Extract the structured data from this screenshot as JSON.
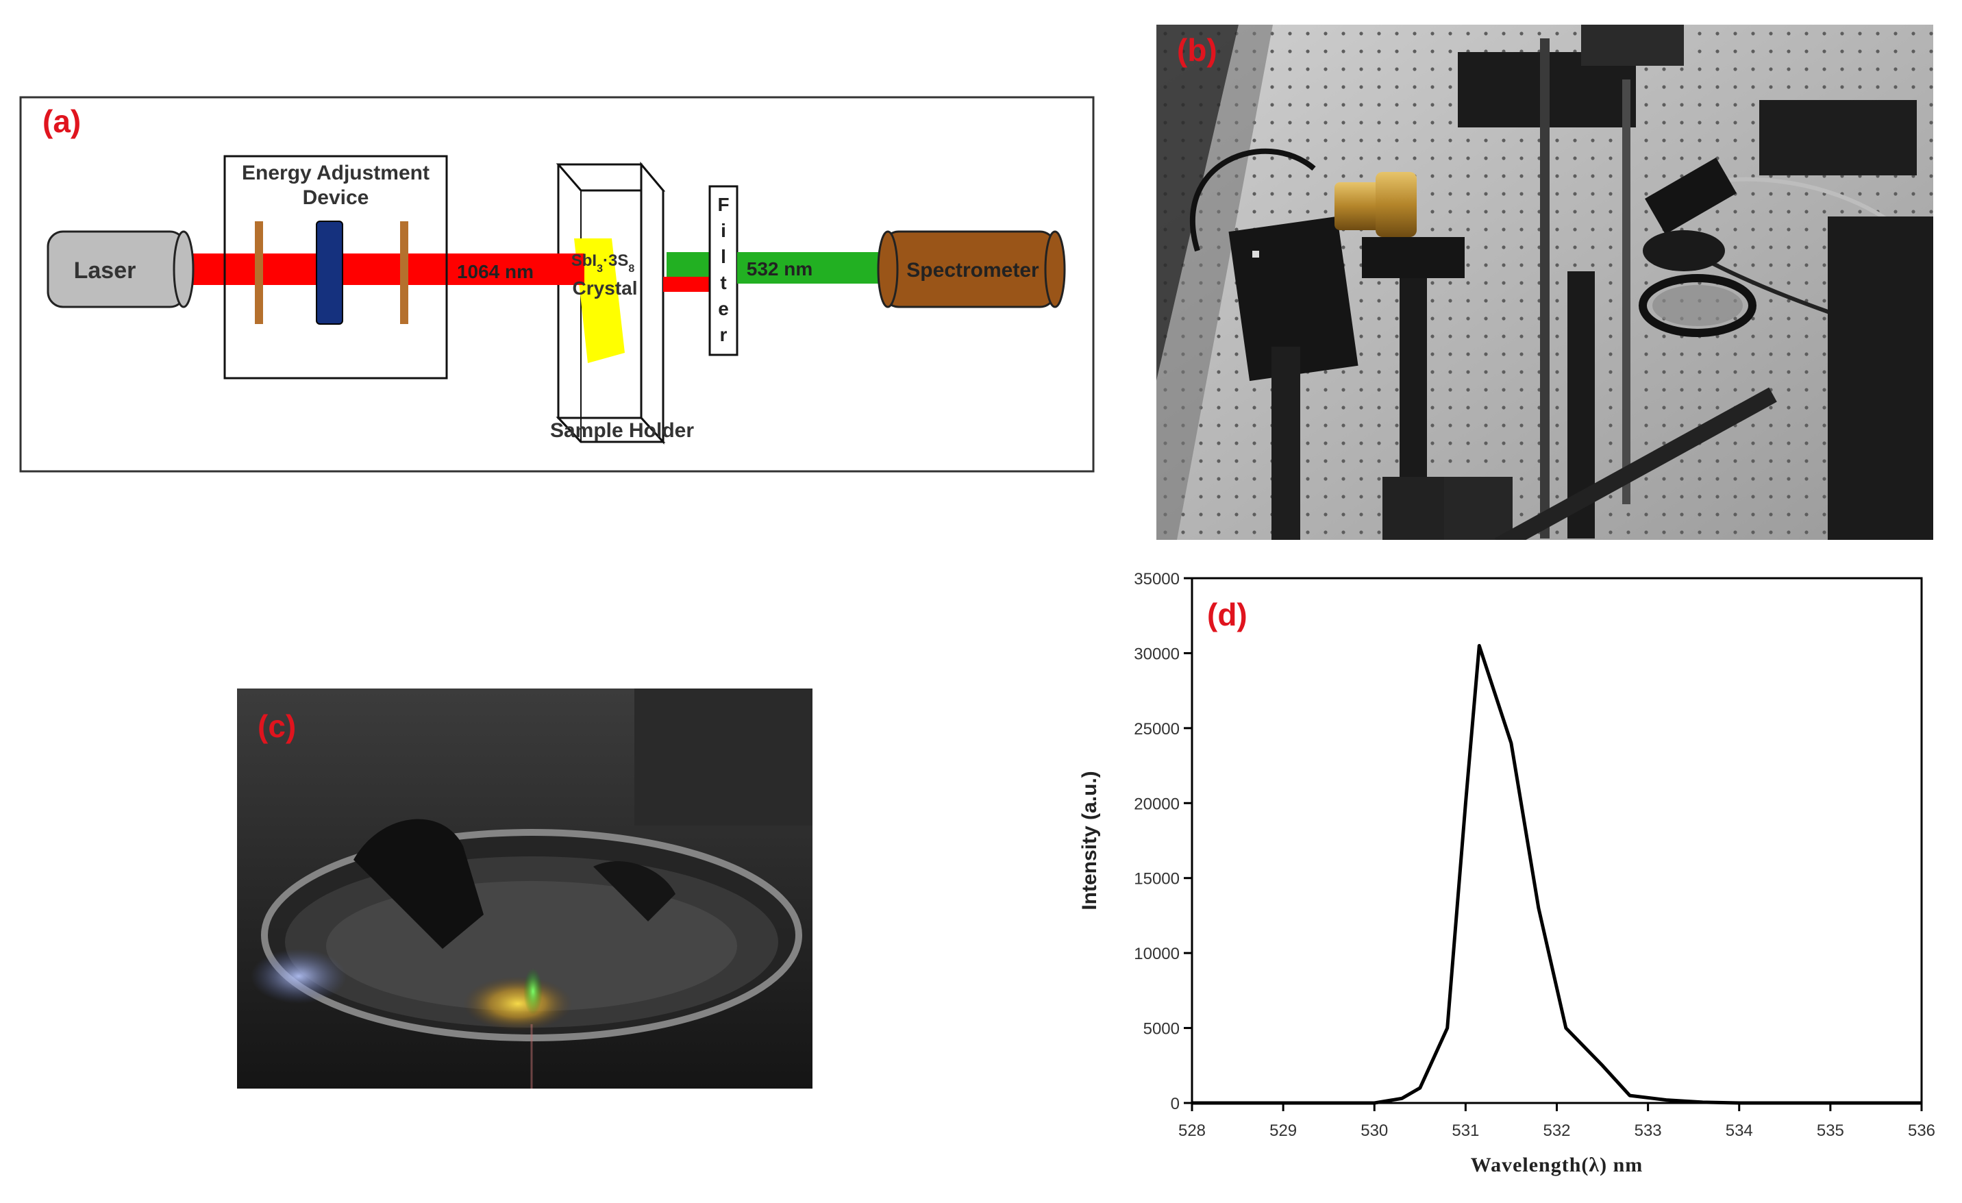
{
  "panels": {
    "a": {
      "label": "(a)",
      "laser": "Laser",
      "energy_device_line1": "Energy Adjustment",
      "energy_device_line2": "Device",
      "beam_ir": "1064 nm",
      "crystal_formula_main": "SbI",
      "crystal_formula_sub1": "3",
      "crystal_formula_mid": "·3S",
      "crystal_formula_sub2": "8",
      "crystal_word": "Crystal",
      "filter_letters": [
        "F",
        "i",
        "l",
        "t",
        "e",
        "r"
      ],
      "beam_green": "532 nm",
      "spectrometer": "Spectrometer",
      "sample_holder": "Sample Holder",
      "colors": {
        "ir_beam": "#ff0000",
        "green_beam": "#22b022",
        "crystal": "#ffff00",
        "spectrometer": "#9a5518",
        "laser": "#bdbdbd",
        "plate": "#b5702d",
        "lens": "#15317e"
      }
    },
    "b": {
      "label": "(b)"
    },
    "c": {
      "label": "(c)"
    },
    "d": {
      "label": "(d)"
    }
  },
  "chart_data": {
    "type": "line",
    "xlabel": "Wavelength(λ) nm",
    "ylabel": "Intensity (a.u.)",
    "xlim": [
      528,
      536
    ],
    "ylim": [
      0,
      35000
    ],
    "xticks": [
      528,
      529,
      530,
      531,
      532,
      533,
      534,
      535,
      536
    ],
    "yticks": [
      0,
      5000,
      10000,
      15000,
      20000,
      25000,
      30000,
      35000
    ],
    "grid": false,
    "series": [
      {
        "x": [
          528,
          529,
          530,
          530.3,
          530.5,
          530.8,
          531.0,
          531.15,
          531.5,
          531.8,
          532.1,
          532.5,
          532.8,
          533.2,
          533.6,
          534,
          535,
          536
        ],
        "y": [
          0,
          0,
          0,
          300,
          1000,
          5000,
          20000,
          30500,
          24000,
          13000,
          5000,
          2500,
          500,
          200,
          50,
          0,
          0,
          0
        ]
      }
    ]
  }
}
